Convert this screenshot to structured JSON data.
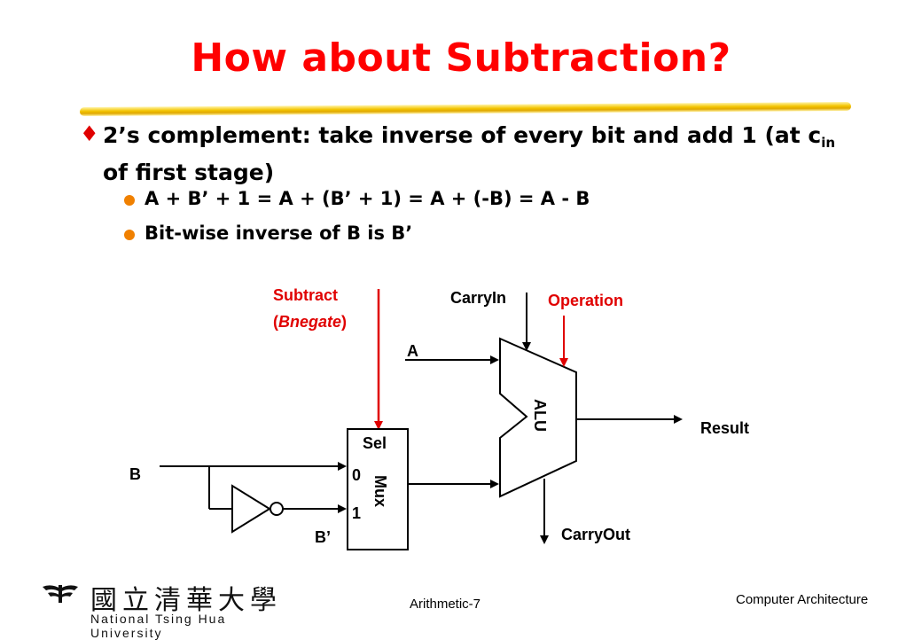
{
  "slide": {
    "title": "How about Subtraction?",
    "bullet_main_1": "2’s complement: take inverse of every bit and add 1 (at c",
    "bullet_main_sub": "in",
    "bullet_main_2": " of first stage)",
    "sub_bullets": [
      "A + B’ + 1 = A + (B’ + 1) = A + (-B) = A - B",
      "Bit-wise inverse of B is B’"
    ]
  },
  "diagram": {
    "subtract_label": "Subtract",
    "bnegate_open": "(",
    "bnegate_label": "Bnegate",
    "bnegate_close": ")",
    "carryin_label": "CarryIn",
    "operation_label": "Operation",
    "a_label": "A",
    "alu_label": "ALU",
    "result_label": "Result",
    "sel_label": "Sel",
    "mux_label": "Mux",
    "mux_in0": "0",
    "mux_in1": "1",
    "b_label": "B",
    "bprime_label": "B’",
    "carryout_label": "CarryOut",
    "colors": {
      "signal_red": "#e00000",
      "wire": "#000000"
    }
  },
  "footer": {
    "page_label": "Arithmetic-7",
    "course_label": "Computer Architecture",
    "university_cjk": "國立清華大學",
    "university_en": "National Tsing Hua University"
  }
}
